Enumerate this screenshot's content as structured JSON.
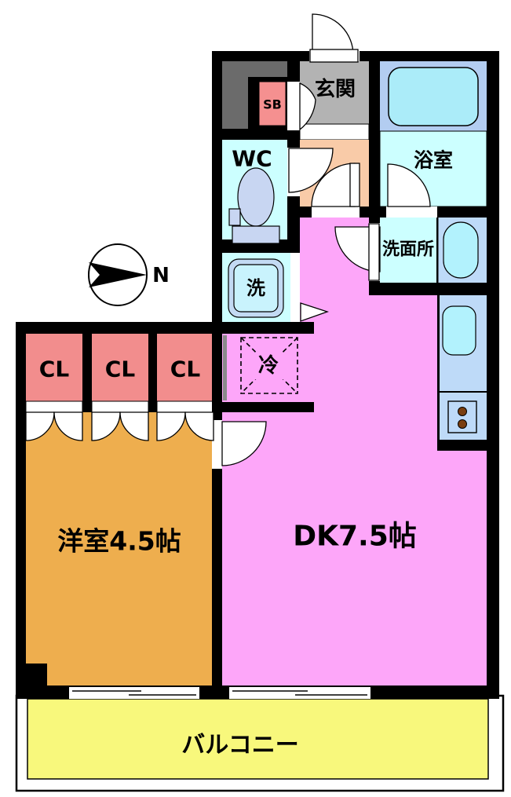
{
  "floorplan": {
    "type": "japanese-apartment-floor-plan",
    "rooms": {
      "genkan": "玄関",
      "shoe_box": "SB",
      "wc": "WC",
      "bath": "浴室",
      "washroom": "洗面所",
      "laundry": "洗",
      "fridge": "冷",
      "closet1": "CL",
      "closet2": "CL",
      "closet3": "CL",
      "western_room": "洋室4.5帖",
      "dining_kitchen": "DK7.5帖",
      "balcony": "バルコニー"
    },
    "compass": {
      "north_label": "N"
    },
    "colors": {
      "wall": "#000000",
      "genkan_floor": "#b3b3b3",
      "pipe_space": "#6b6b6b",
      "shoe_box": "#f59090",
      "hallway": "#f9cba8",
      "wet_room_floor": "#ccffff",
      "tub_deck": "#b3cdf1",
      "tub": "#abecf9",
      "toilet_fixture": "#c8d6f2",
      "counter": "#bedaf8",
      "sink": "#b2f2fd",
      "dk_floor": "#fda6f9",
      "western_floor": "#eeae4e",
      "closet": "#f28d8d",
      "balcony_floor": "#f8f87c",
      "burner": "#7a3e10"
    }
  }
}
